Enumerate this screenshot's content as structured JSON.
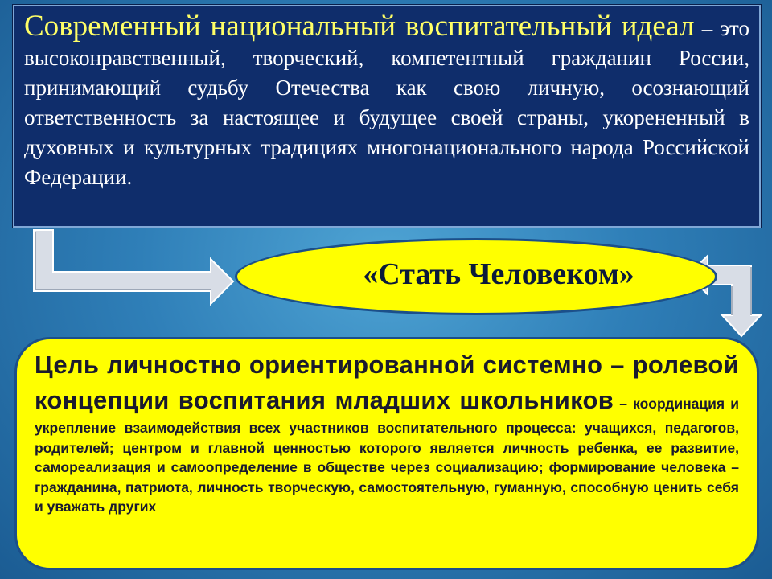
{
  "definition": {
    "lead": "Современный национальный воспитательный идеал",
    "dash": " – это",
    "rest": "  высоконравственный, творческий, компетентный гражданин России, принимающий судьбу Отечества как свою личную, осознающий ответственность за настоящее и будущее своей страны, укорененный в духовных и культурных традициях многонационального народа Российской Федерации."
  },
  "motto": "«Стать Человеком»",
  "goal": {
    "lead": "Цель личностно ориентированной системно – ролевой концепции воспитания младших школьников",
    "rest": " – координация и укрепление взаимодействия всех участников воспитательного процесса: учащихся, педагогов, родителей; центром и главной ценностью которого является личность ребенка, ее развитие, самореализация и самоопределение в обществе через социализацию; формирование человека – гражданина, патриота, личность творческую, самостоятельную, гуманную, способную ценить себя и уважать других"
  },
  "colors": {
    "background": "#2f7fb8",
    "definition_box": "#0f2d6b",
    "accent_yellow": "#ffff00",
    "lead_text": "#ffff66",
    "arrow_fill": "#d8dde6",
    "border_blue": "#1b4f8a"
  },
  "icons": [
    "down-right-arrow-icon",
    "left-down-arrow-icon"
  ]
}
